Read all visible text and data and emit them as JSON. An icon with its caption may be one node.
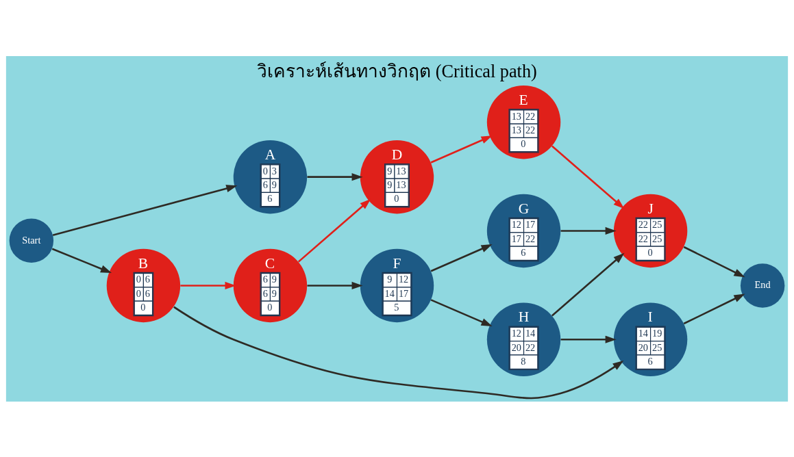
{
  "diagram": {
    "title": "วิเคราะห์เส้นทางวิกฤต (Critical path)",
    "nodes": [
      {
        "text": [
          "Start"
        ]
      },
      {
        "text": [
          "A",
          "0",
          "3",
          "6",
          "9",
          "6"
        ]
      },
      {
        "text": [
          "B",
          "0",
          "6",
          "0",
          "6",
          "0"
        ]
      },
      {
        "text": [
          "C",
          "6",
          "9",
          "6",
          "9",
          "0"
        ]
      },
      {
        "text": [
          "D",
          "9",
          "13",
          "9",
          "13",
          "0"
        ]
      },
      {
        "text": [
          "E",
          "13",
          "22",
          "13",
          "22",
          "0"
        ]
      },
      {
        "text": [
          "F",
          "9",
          "12",
          "14",
          "17",
          "5"
        ]
      },
      {
        "text": [
          "G",
          "12",
          "17",
          "17",
          "22",
          "6"
        ]
      },
      {
        "text": [
          "H",
          "12",
          "14",
          "20",
          "22",
          "8"
        ]
      },
      {
        "text": [
          "I",
          "14",
          "19",
          "20",
          "25",
          "6"
        ]
      },
      {
        "text": [
          "J",
          "22",
          "25",
          "22",
          "25",
          "0"
        ]
      },
      {
        "text": [
          "End"
        ]
      }
    ],
    "edges": [
      {
        "from": 0,
        "to": 1,
        "arrow": "to"
      },
      {
        "from": 0,
        "to": 2,
        "arrow": "to"
      },
      {
        "from": 1,
        "to": 4,
        "arrow": "to"
      },
      {
        "from": 2,
        "to": 3,
        "arrow": "to",
        "color": "#e0201a"
      },
      {
        "from": 2,
        "to": 9,
        "arrow": "to"
      },
      {
        "from": 3,
        "to": 4,
        "arrow": "to",
        "color": "#e0201a"
      },
      {
        "from": 3,
        "to": 6,
        "arrow": "to"
      },
      {
        "from": 4,
        "to": 5,
        "arrow": "to",
        "color": "#e0201a"
      },
      {
        "from": 5,
        "to": 10,
        "arrow": "to",
        "color": "#e0201a"
      },
      {
        "from": 6,
        "to": 7,
        "arrow": "to"
      },
      {
        "from": 6,
        "to": 8,
        "arrow": "to"
      },
      {
        "from": 7,
        "to": 10,
        "arrow": "to"
      },
      {
        "from": 8,
        "to": 10,
        "arrow": "to"
      },
      {
        "from": 8,
        "to": 9,
        "arrow": "to"
      },
      {
        "from": 9,
        "to": 11,
        "arrow": "to"
      },
      {
        "from": 10,
        "to": 11,
        "arrow": "to"
      }
    ]
  }
}
